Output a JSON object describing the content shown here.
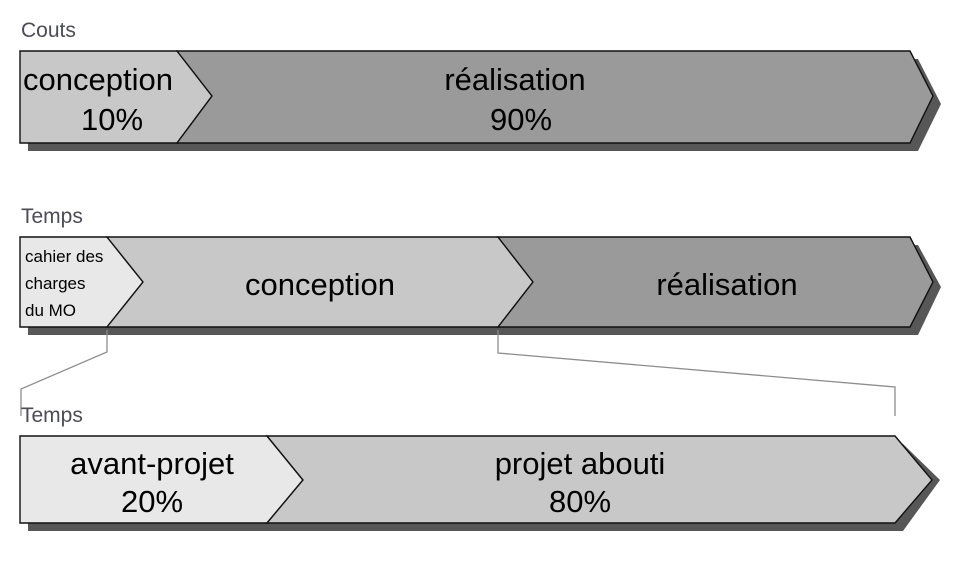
{
  "diagram": {
    "title_implicit": "",
    "background_color": "#ffffff",
    "colors": {
      "shadow": "#575757",
      "outline": "#111111",
      "text": "#000000",
      "label_text": "#4c4c55",
      "connector": "#8d8d8d",
      "fill_lightest": "#e8e8e8",
      "fill_light": "#c8c8c8",
      "fill_dark": "#9a9a9a"
    },
    "bands": [
      {
        "id": "couts",
        "axis_label": "Couts",
        "segments": [
          {
            "id": "couts-conception",
            "line1": "conception",
            "line2": "10%",
            "percent": 10,
            "fill": "#c8c8c8",
            "text_size": "big"
          },
          {
            "id": "couts-realisation",
            "line1": "réalisation",
            "line2": "90%",
            "percent": 90,
            "fill": "#9a9a9a",
            "text_size": "big"
          }
        ]
      },
      {
        "id": "temps-phases",
        "axis_label": "Temps",
        "segments": [
          {
            "id": "temps-cahier-des-charges",
            "line1": "cahier des",
            "line2": "charges",
            "line3": "du MO",
            "percent": null,
            "fill": "#e8e8e8",
            "text_size": "small"
          },
          {
            "id": "temps-conception",
            "line1": "conception",
            "line2": "",
            "percent": null,
            "fill": "#c8c8c8",
            "text_size": "big"
          },
          {
            "id": "temps-realisation",
            "line1": "réalisation",
            "line2": "",
            "percent": null,
            "fill": "#9a9a9a",
            "text_size": "big"
          }
        ]
      },
      {
        "id": "temps-projet",
        "axis_label": "Temps",
        "segments": [
          {
            "id": "temps-avant-projet",
            "line1": "avant-projet",
            "line2": "20%",
            "percent": 20,
            "fill": "#e8e8e8",
            "text_size": "big"
          },
          {
            "id": "temps-projet-abouti",
            "line1": "projet abouti",
            "line2": "80%",
            "percent": 80,
            "fill": "#c8c8c8",
            "text_size": "big"
          }
        ]
      }
    ],
    "connectors": [
      {
        "id": "connector-left",
        "from_band": "temps-phases",
        "to_band": "temps-projet"
      },
      {
        "id": "connector-right",
        "from_band": "temps-phases",
        "to_band": "temps-projet"
      }
    ]
  }
}
